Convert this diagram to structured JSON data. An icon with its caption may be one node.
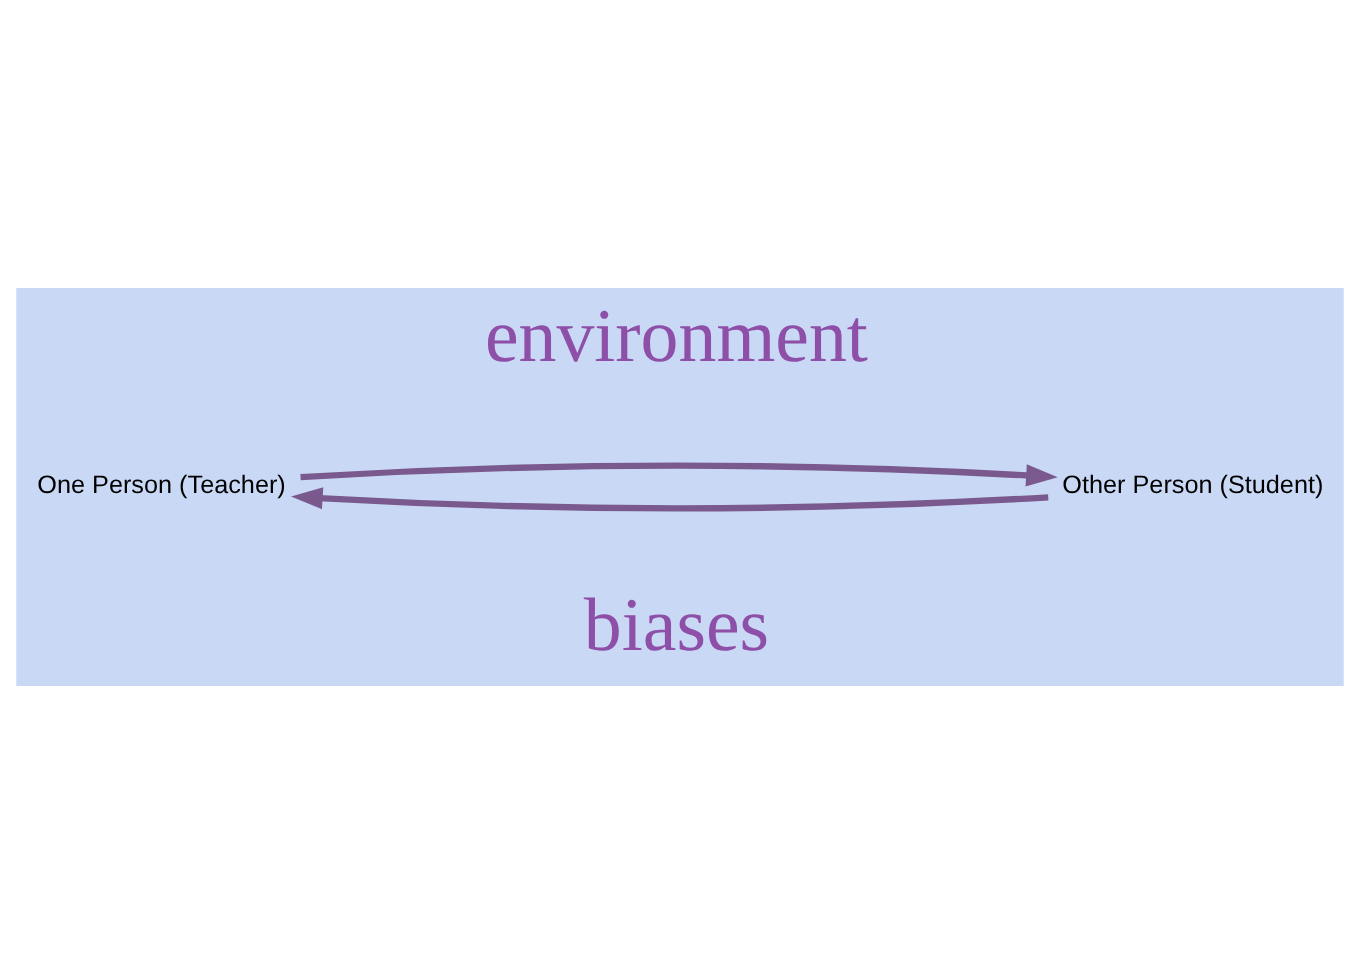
{
  "diagram": {
    "nodes": [
      {
        "text": [
          "One Person (Teacher)"
        ]
      },
      {
        "text": [
          "Other Person (Student)"
        ]
      }
    ],
    "edges": [
      {
        "from": 1,
        "to": 0,
        "arrow": "to"
      },
      {
        "from": 0,
        "to": 1,
        "arrow": "to"
      }
    ],
    "labels": [
      "environment",
      "biases"
    ]
  }
}
